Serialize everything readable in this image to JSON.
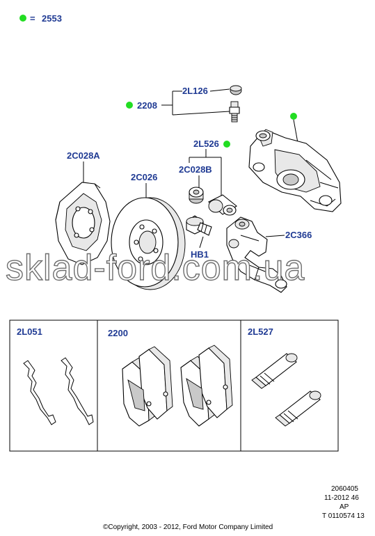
{
  "legend": {
    "marker_color": "#22dd22",
    "equals": "=",
    "code": "2553"
  },
  "labels": {
    "p2L126": "2L126",
    "p2208": "2208",
    "p2L526": "2L526",
    "p2C028A": "2C028A",
    "p2C026": "2C026",
    "p2C028B": "2C028B",
    "p2C366": "2C366",
    "pHB1": "HB1",
    "p2L051": "2L051",
    "p2200": "2200",
    "p2L527": "2L527"
  },
  "watermark": "sklad-ford.com.ua",
  "footer": {
    "ref1": "2060405",
    "ref2": "11-2012 46",
    "ref3": "AP",
    "ref4": "T 0110574 13",
    "copyright": "©Copyright, 2003 - 2012, Ford Motor Company Limited"
  },
  "colors": {
    "label": "#1f3a93",
    "marker": "#22dd22"
  }
}
